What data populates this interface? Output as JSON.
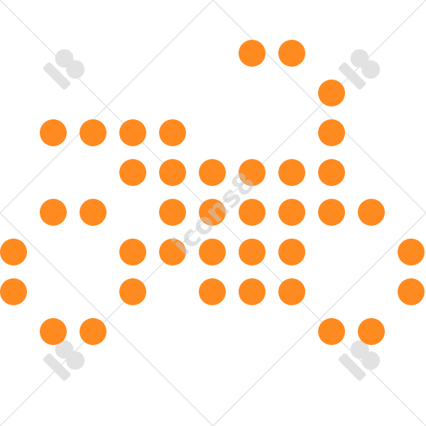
{
  "icon": {
    "name": "bicycle-dotted-icon",
    "color": "#ff8a1f",
    "grid_step": 56,
    "dot_radius": 19,
    "dots": [
      [
        6,
        1
      ],
      [
        7,
        1
      ],
      [
        8,
        2
      ],
      [
        1,
        3
      ],
      [
        2,
        3
      ],
      [
        3,
        3
      ],
      [
        4,
        3
      ],
      [
        8,
        3
      ],
      [
        3,
        4
      ],
      [
        4,
        4
      ],
      [
        5,
        4
      ],
      [
        6,
        4
      ],
      [
        7,
        4
      ],
      [
        8,
        4
      ],
      [
        1,
        5
      ],
      [
        2,
        5
      ],
      [
        4,
        5
      ],
      [
        5,
        5
      ],
      [
        6,
        5
      ],
      [
        7,
        5
      ],
      [
        8,
        5
      ],
      [
        9,
        5
      ],
      [
        0,
        6
      ],
      [
        3,
        6
      ],
      [
        4,
        6
      ],
      [
        5,
        6
      ],
      [
        6,
        6
      ],
      [
        7,
        6
      ],
      [
        10,
        6
      ],
      [
        0,
        7
      ],
      [
        3,
        7
      ],
      [
        5,
        7
      ],
      [
        6,
        7
      ],
      [
        7,
        7
      ],
      [
        10,
        7
      ],
      [
        1,
        8
      ],
      [
        2,
        8
      ],
      [
        8,
        8
      ],
      [
        9,
        8
      ]
    ]
  },
  "watermark": {
    "text": "icons8",
    "color": "#e2e2e2"
  }
}
